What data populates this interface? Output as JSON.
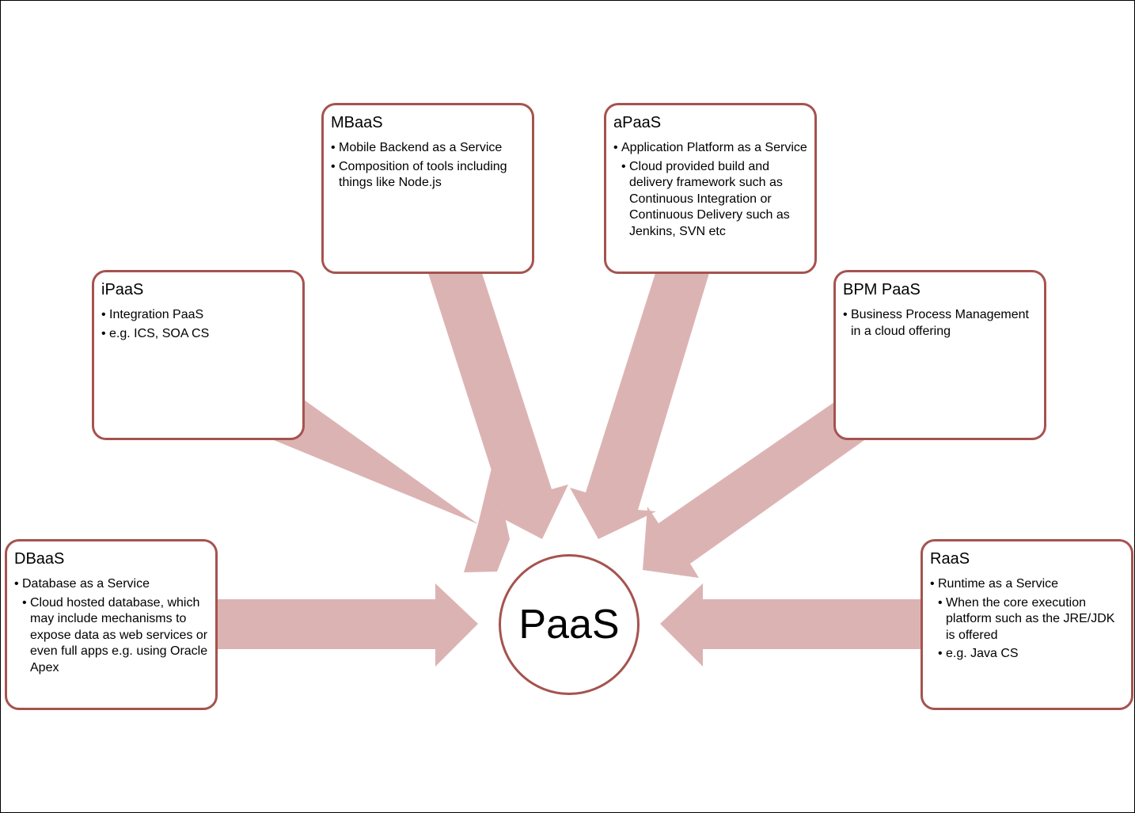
{
  "colors": {
    "arrow_fill": "#dcb3b3",
    "box_border": "#a5534f",
    "background": "#ffffff"
  },
  "center": {
    "label": "PaaS"
  },
  "boxes": {
    "mbaas": {
      "title": "MBaaS",
      "items": [
        "Mobile Backend as a Service",
        "Composition of tools including things like Node.js"
      ]
    },
    "apaas": {
      "title": "aPaaS",
      "items": [
        "Application Platform as a Service",
        "Cloud provided build and delivery framework such as Continuous Integration or Continuous Delivery such as Jenkins, SVN etc"
      ]
    },
    "ipaas": {
      "title": "iPaaS",
      "items": [
        "Integration PaaS",
        "e.g. ICS, SOA CS"
      ]
    },
    "bpm": {
      "title": "BPM PaaS",
      "items": [
        "Business Process Management in a cloud offering"
      ]
    },
    "dbaas": {
      "title": "DBaaS",
      "items": [
        "Database as a Service",
        "Cloud hosted database, which may include mechanisms to expose data as web services or even full apps e.g. using Oracle Apex"
      ]
    },
    "raas": {
      "title": "RaaS",
      "items": [
        "Runtime as a Service",
        "When the core execution platform such as the JRE/JDK is offered",
        "e.g. Java CS"
      ]
    }
  }
}
